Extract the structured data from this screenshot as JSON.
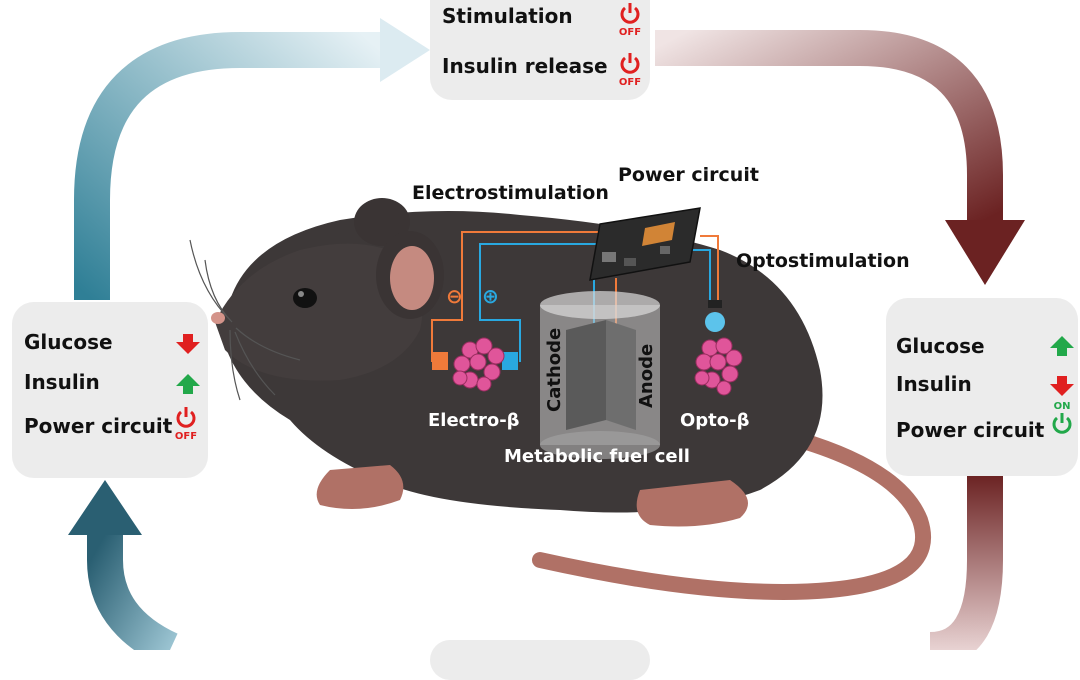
{
  "top_box": {
    "rows": [
      {
        "label": "Stimulation",
        "state": "OFF"
      },
      {
        "label": "Insulin release",
        "state": "OFF"
      }
    ]
  },
  "left_box": {
    "rows": [
      {
        "label": "Glucose",
        "direction": "down"
      },
      {
        "label": "Insulin",
        "direction": "up"
      },
      {
        "label": "Power circuit",
        "state": "OFF"
      }
    ]
  },
  "right_box": {
    "rows": [
      {
        "label": "Glucose",
        "direction": "up"
      },
      {
        "label": "Insulin",
        "direction": "down"
      },
      {
        "label": "Power circuit",
        "state": "ON"
      }
    ]
  },
  "labels": {
    "electrostimulation": "Electrostimulation",
    "power_circuit": "Power circuit",
    "optostimulation": "Optostimulation",
    "cathode": "Cathode",
    "anode": "Anode",
    "electro_beta": "Electro-β",
    "opto_beta": "Opto-β",
    "fuel_cell": "Metabolic fuel cell",
    "minus": "⊖",
    "plus": "⊕"
  },
  "colors": {
    "on": "#22a84a",
    "off": "#e02020",
    "up_arrow": "#22a84a",
    "down_arrow": "#e02020",
    "cycle_teal": "#2f6e82",
    "cycle_maroon": "#6e2a2a",
    "electrode_orange": "#f07a3a",
    "electrode_blue": "#29a8e0"
  }
}
